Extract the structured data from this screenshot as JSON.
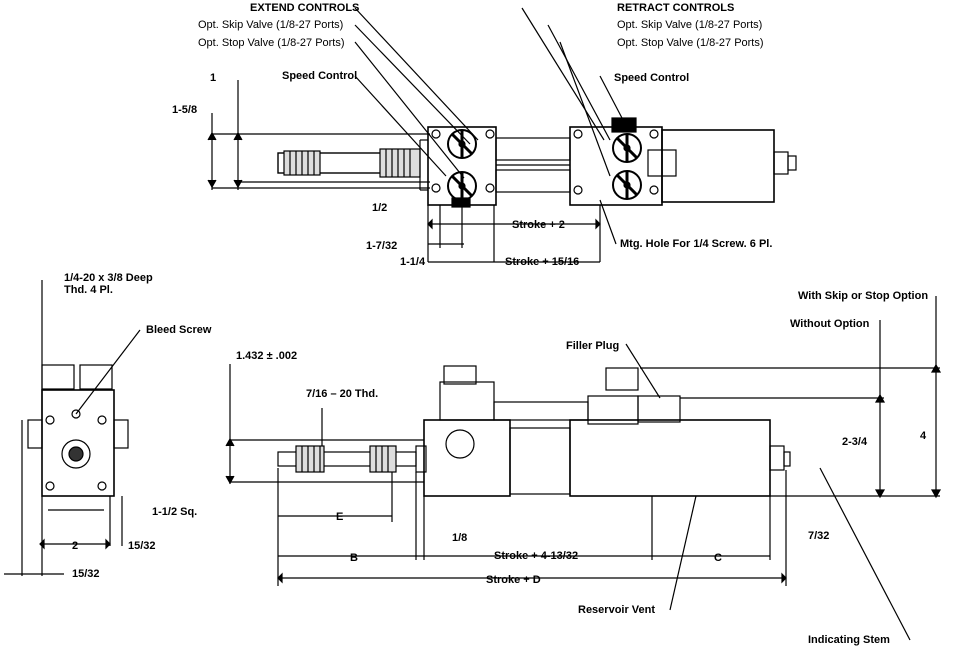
{
  "labels": {
    "extend_controls": "EXTEND CONTROLS",
    "extend_skip_valve": "Opt. Skip Valve (1/8-27 Ports)",
    "extend_stop_valve": "Opt. Stop Valve (1/8-27 Ports)",
    "retract_controls": "RETRACT CONTROLS",
    "retract_skip_valve": "Opt. Skip Valve (1/8-27 Ports)",
    "retract_stop_valve": "Opt. Stop Valve (1/8-27 Ports)",
    "speed_control_left": "Speed Control",
    "speed_control_right": "Speed Control",
    "dim_1": "1",
    "dim_1_5_8": "1-5/8",
    "dim_1_2": "1/2",
    "dim_1_7_32": "1-7/32",
    "dim_1_1_4": "1-1/4",
    "stroke_plus_2": "Stroke + 2",
    "stroke_plus_15_16": "Stroke + 15/16",
    "mtg_hole": "Mtg. Hole For 1/4 Screw. 6 Pl.",
    "thread_holes_line1": "1/4-20 x 3/8 Deep",
    "thread_holes_line2": "Thd. 4 Pl.",
    "bleed_screw": "Bleed Screw",
    "dim_1_1_2_sq": "1-1/2 Sq.",
    "dim_2": "2",
    "dim_15_32_a": "15/32",
    "dim_15_32_b": "15/32",
    "dim_1_432": "1.432 ± .002",
    "thread_7_16": "7/16 – 20 Thd.",
    "filler_plug": "Filler Plug",
    "with_skip_stop": "With Skip or Stop Option",
    "without_option": "Without Option",
    "dim_2_3_4": "2-3/4",
    "dim_4": "4",
    "dim_E": "E",
    "dim_1_8": "1/8",
    "dim_7_32": "7/32",
    "dim_B": "B",
    "stroke_plus_4_13_32": "Stroke + 4-13/32",
    "dim_C": "C",
    "stroke_plus_D": "Stroke + D",
    "reservoir_vent": "Reservoir Vent",
    "indicating_stem": "Indicating Stem"
  }
}
